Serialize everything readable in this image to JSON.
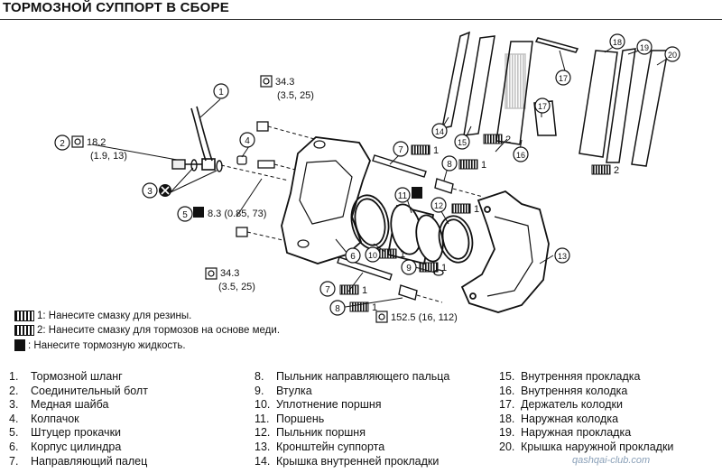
{
  "title": "ТОРМОЗНОЙ СУППОРТ В СБОРЕ",
  "torques": {
    "t2_a": "18.2",
    "t2_b": "(1.9, 13)",
    "t34_1a": "34.3",
    "t34_1b": "(3.5, 25)",
    "t34_2a": "34.3",
    "t34_2b": "(3.5, 25)",
    "t5": "8.3 (0.85, 73)",
    "t152": "152.5 (16, 112)"
  },
  "callouts": [
    "1",
    "2",
    "3",
    "4",
    "5",
    "6",
    "7",
    "8",
    "9",
    "10",
    "11",
    "12",
    "13",
    "14",
    "15",
    "16",
    "17",
    "18",
    "19",
    "20"
  ],
  "multipliers": {
    "one": "1",
    "two": "2"
  },
  "legend": [
    {
      "icon": "rubber-grease-icon",
      "text": "1: Нанесите смазку для резины."
    },
    {
      "icon": "copper-grease-icon",
      "text": "2: Нанесите смазку для тормозов на основе меди."
    },
    {
      "icon": "brake-fluid-icon",
      "text": ": Нанесите тормозную жидкость."
    }
  ],
  "parts": [
    {
      "n": "1.",
      "name": "Тормозной шланг"
    },
    {
      "n": "2.",
      "name": "Соединительный болт"
    },
    {
      "n": "3.",
      "name": "Медная шайба"
    },
    {
      "n": "4.",
      "name": "Колпачок"
    },
    {
      "n": "5.",
      "name": "Штуцер прокачки"
    },
    {
      "n": "6.",
      "name": "Корпус цилиндра"
    },
    {
      "n": "7.",
      "name": "Направляющий палец"
    },
    {
      "n": "8.",
      "name": "Пыльник направляющего пальца"
    },
    {
      "n": "9.",
      "name": "Втулка"
    },
    {
      "n": "10.",
      "name": "Уплотнение поршня"
    },
    {
      "n": "11.",
      "name": "Поршень"
    },
    {
      "n": "12.",
      "name": "Пыльник поршня"
    },
    {
      "n": "13.",
      "name": "Кронштейн суппорта"
    },
    {
      "n": "14.",
      "name": "Крышка внутренней прокладки"
    },
    {
      "n": "15.",
      "name": "Внутренняя прокладка"
    },
    {
      "n": "16.",
      "name": "Внутренняя колодка"
    },
    {
      "n": "17.",
      "name": "Держатель колодки"
    },
    {
      "n": "18.",
      "name": "Наружная колодка"
    },
    {
      "n": "19.",
      "name": "Наружная прокладка"
    },
    {
      "n": "20.",
      "name": "Крышка наружной прокладки"
    }
  ],
  "watermark": "qashqai-club.com"
}
